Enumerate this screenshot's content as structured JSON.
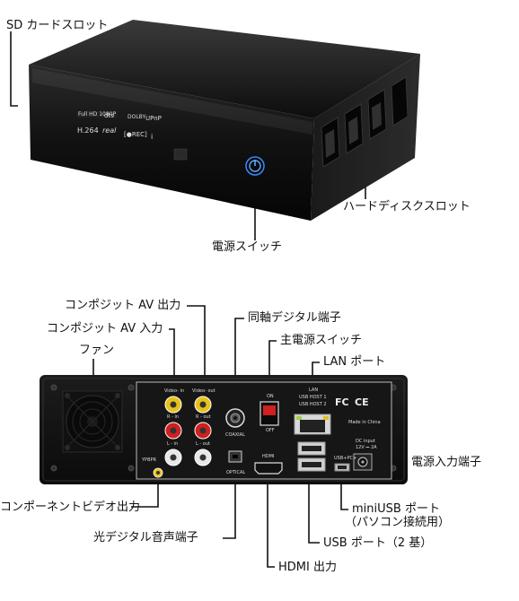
{
  "labels": {
    "sd_card_slot": "SD カードスロット",
    "hard_disk_slot": "ハードディスクスロット",
    "power_switch": "電源スイッチ",
    "composite_av_out": "コンポジット AV 出力",
    "composite_av_in": "コンポジット AV 入力",
    "fan": "ファン",
    "coaxial_digital": "同軸デジタル端子",
    "main_power_switch": "主電源スイッチ",
    "lan_port": "LAN ポート",
    "power_input": "電源入力端子",
    "component_video_out": "コンポーネントビデオ出力",
    "mini_usb_port": "miniUSB ポート",
    "mini_usb_note": "（パソコン接続用）",
    "optical_digital": "光デジタル音声端子",
    "usb_port": "USB ポート（2 基）",
    "hdmi_out": "HDMI 出力"
  },
  "front_logos": {
    "fullhd": "Full HD 1080P",
    "dts": "dts",
    "dolby": "DOLBY",
    "upnp": "UPnP",
    "h264": "H.264",
    "real": "real",
    "rec": "[●REC]",
    "info": "i"
  },
  "back_panel": {
    "video_in": "Video- in",
    "video_out": "Video- out",
    "r_in": "R - in",
    "r_out": "R - out",
    "l_in": "L - in",
    "l_out": "L - out",
    "ypbpr": "YPBPR",
    "coaxial": "COAXIAL",
    "optical": "OPTICAL",
    "off": "OFF",
    "on": "ON",
    "hdmi": "HDMI",
    "lan": "LAN",
    "usb_host1": "USB HOST 1",
    "usb_host2": "USB HOST 2",
    "fcc": "FC",
    "ce": "CE",
    "made_in": "Made in China",
    "usb_pc": "USB+PC+",
    "dc_input": "DC input",
    "dc_spec": "12V ⎓ 2A"
  },
  "colors": {
    "device_body": "#141414",
    "leader_line": "#111111",
    "power_led": "#3a8cff",
    "rca_yellow": "#e8c21a",
    "rca_red": "#d02020",
    "rca_white": "#e8e8e8"
  }
}
